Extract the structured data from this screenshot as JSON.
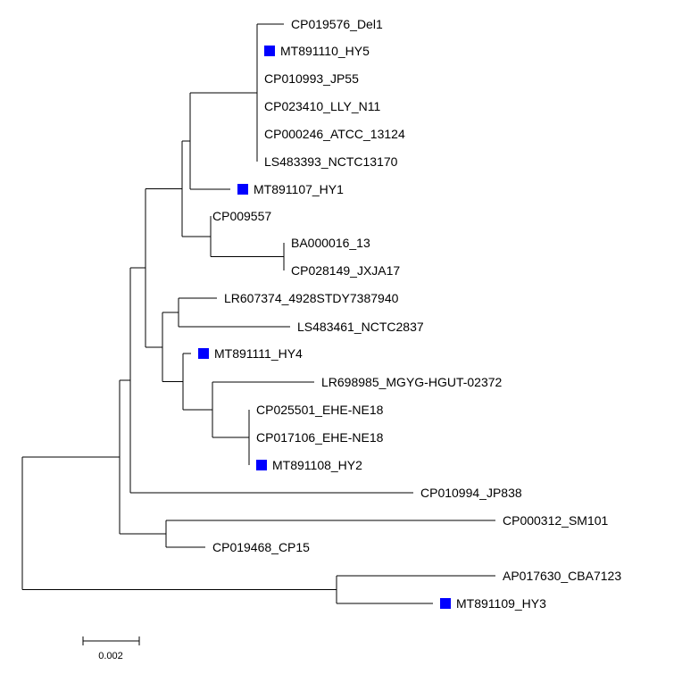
{
  "colors": {
    "branch": "#000000",
    "marker": "#0000ff",
    "background": "#ffffff"
  },
  "tree": {
    "leaves": [
      {
        "id": "L1",
        "label": "CP019576_Del1",
        "marked": false
      },
      {
        "id": "L2",
        "label": "MT891110_HY5",
        "marked": true
      },
      {
        "id": "L3",
        "label": "CP010993_JP55",
        "marked": false
      },
      {
        "id": "L4",
        "label": "CP023410_LLY_N11",
        "marked": false
      },
      {
        "id": "L5",
        "label": "CP000246_ATCC_13124",
        "marked": false
      },
      {
        "id": "L6",
        "label": "LS483393_NCTC13170",
        "marked": false
      },
      {
        "id": "L7",
        "label": "MT891107_HY1",
        "marked": true
      },
      {
        "id": "L8",
        "label": "CP009557",
        "marked": false
      },
      {
        "id": "L9",
        "label": "BA000016_13",
        "marked": false
      },
      {
        "id": "L10",
        "label": "CP028149_JXJA17",
        "marked": false
      },
      {
        "id": "L11",
        "label": "LR607374_4928STDY7387940",
        "marked": false
      },
      {
        "id": "L12",
        "label": "LS483461_NCTC2837",
        "marked": false
      },
      {
        "id": "L13",
        "label": "MT891111_HY4",
        "marked": true
      },
      {
        "id": "L14",
        "label": "LR698985_MGYG-HGUT-02372",
        "marked": false
      },
      {
        "id": "L15",
        "label": "CP025501_EHE-NE18",
        "marked": false
      },
      {
        "id": "L16",
        "label": "CP017106_EHE-NE18",
        "marked": false
      },
      {
        "id": "L17",
        "label": "MT891108_HY2",
        "marked": true
      },
      {
        "id": "L18",
        "label": "CP010994_JP838",
        "marked": false
      },
      {
        "id": "L19",
        "label": "CP000312_SM101",
        "marked": false
      },
      {
        "id": "L20",
        "label": "CP019468_CP15",
        "marked": false
      },
      {
        "id": "L21",
        "label": "AP017630_CBA7123",
        "marked": false
      },
      {
        "id": "L22",
        "label": "MT891109_HY3",
        "marked": true
      }
    ]
  },
  "scale_bar": {
    "label": "0.002"
  }
}
